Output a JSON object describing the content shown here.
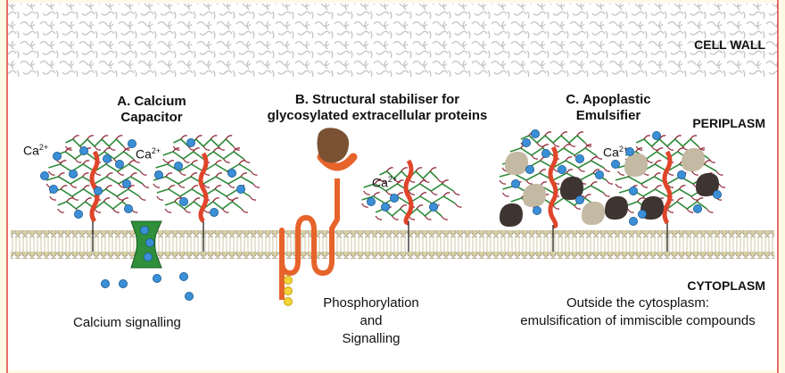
{
  "zones": {
    "cell_wall": "CELL WALL",
    "periplasm": "PERIPLASM",
    "cytoplasm": "CYTOPLASM"
  },
  "panels": {
    "a": {
      "title_line1": "A. Calcium",
      "title_line2": "Capacitor",
      "caption": "Calcium signalling"
    },
    "b": {
      "title_line1": "B. Structural stabiliser for",
      "title_line2": "glycosylated extracellular proteins",
      "caption_line1": "Phosphorylation",
      "caption_line2": "and",
      "caption_line3": "Signalling"
    },
    "c": {
      "title_line1": "C. Apoplastic",
      "title_line2": "Emulsifier",
      "caption_line1": "Outside the cytosplasm:",
      "caption_line2": "emulsification of immiscible compounds"
    }
  },
  "ion": {
    "symbol": "Ca",
    "charge": "2+"
  },
  "colors": {
    "background": "#fdf9e4",
    "panel": "#ffffff",
    "border": "#e03c3c",
    "membrane_bead": "#d8cfa6",
    "calcium_ion": "#3b8fd6",
    "protein_backbone": "#e0452b",
    "glycan_green": "#2e8b3a",
    "glycan_red": "#8a2030",
    "channel": "#2f8f3a",
    "phosphate": "#f2d43a",
    "dark_compound": "#3e3431",
    "light_compound": "#c4b9a3",
    "glycoprotein": "#7a5233"
  }
}
